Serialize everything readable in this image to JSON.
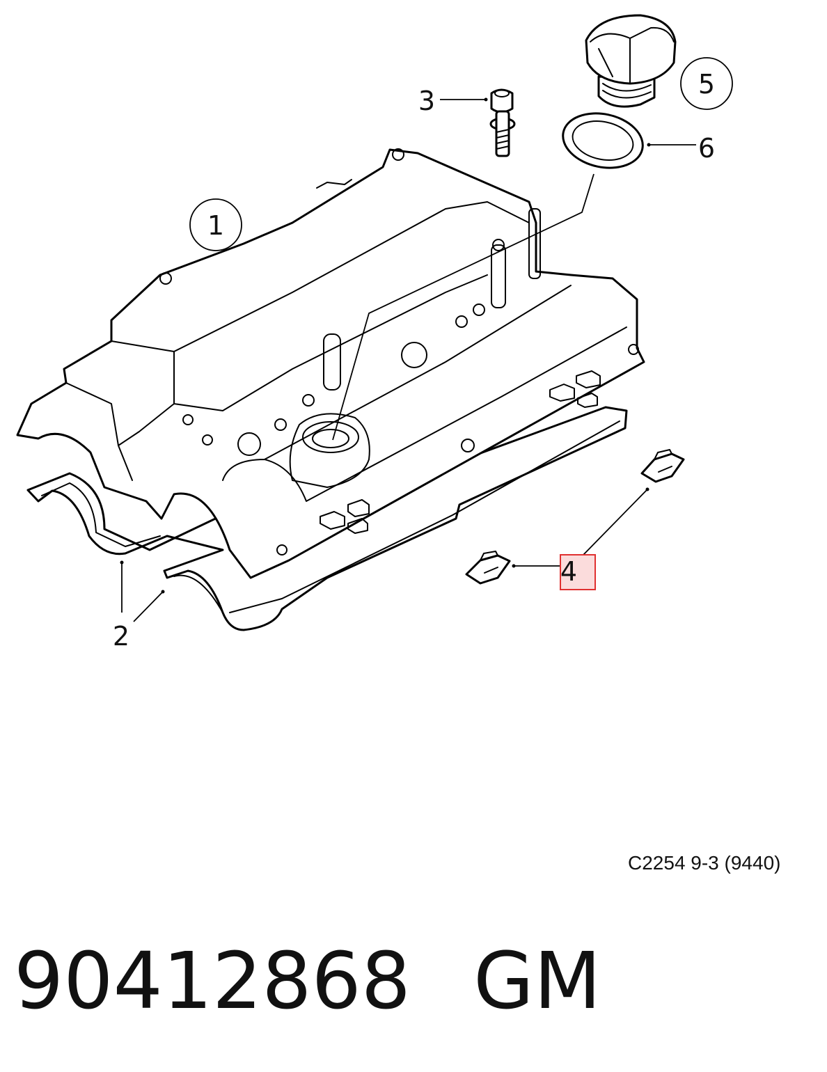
{
  "diagram": {
    "callouts": [
      {
        "number": "1",
        "style": "circled"
      },
      {
        "number": "2",
        "style": "plain"
      },
      {
        "number": "3",
        "style": "plain"
      },
      {
        "number": "4",
        "style": "highlighted"
      },
      {
        "number": "5",
        "style": "circled"
      },
      {
        "number": "6",
        "style": "plain"
      }
    ],
    "highlight_color": "#e03030",
    "highlight_fill": "#fbdcdc"
  },
  "reference_code": "C2254 9-3 (9440)",
  "part_number": "90412868",
  "manufacturer": "GM"
}
